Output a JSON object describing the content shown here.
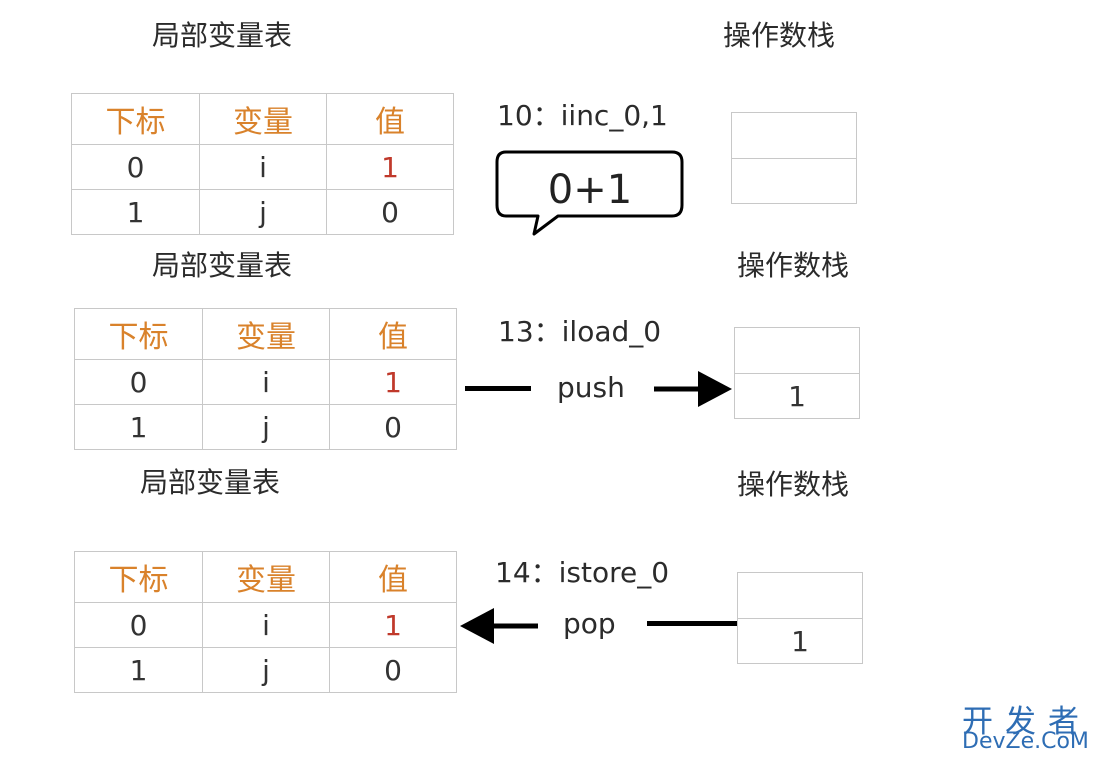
{
  "panels": [
    {
      "table_title": "局部变量表",
      "stack_title": "操作数栈",
      "instruction": "10：iinc_0,1",
      "callout": "0+1",
      "table": {
        "headers": [
          "下标",
          "变量",
          "值"
        ],
        "rows": [
          [
            "0",
            "i",
            "1"
          ],
          [
            "1",
            "j",
            "0"
          ]
        ]
      },
      "stack": [
        "",
        ""
      ]
    },
    {
      "table_title": "局部变量表",
      "stack_title": "操作数栈",
      "instruction": "13：iload_0",
      "action": "push",
      "table": {
        "headers": [
          "下标",
          "变量",
          "值"
        ],
        "rows": [
          [
            "0",
            "i",
            "1"
          ],
          [
            "1",
            "j",
            "0"
          ]
        ]
      },
      "stack": [
        "",
        "1"
      ]
    },
    {
      "table_title": "局部变量表",
      "stack_title": "操作数栈",
      "instruction": "14：istore_0",
      "action": "pop",
      "table": {
        "headers": [
          "下标",
          "变量",
          "值"
        ],
        "rows": [
          [
            "0",
            "i",
            "1"
          ],
          [
            "1",
            "j",
            "0"
          ]
        ]
      },
      "stack": [
        "",
        "1"
      ]
    }
  ],
  "colors": {
    "header": "#d9822b",
    "highlight": "#c0392b",
    "border": "#c8c8c8",
    "watermark": "#2e6db4"
  },
  "watermark": {
    "cn": "开发者",
    "en": "DevZe.CoM"
  }
}
